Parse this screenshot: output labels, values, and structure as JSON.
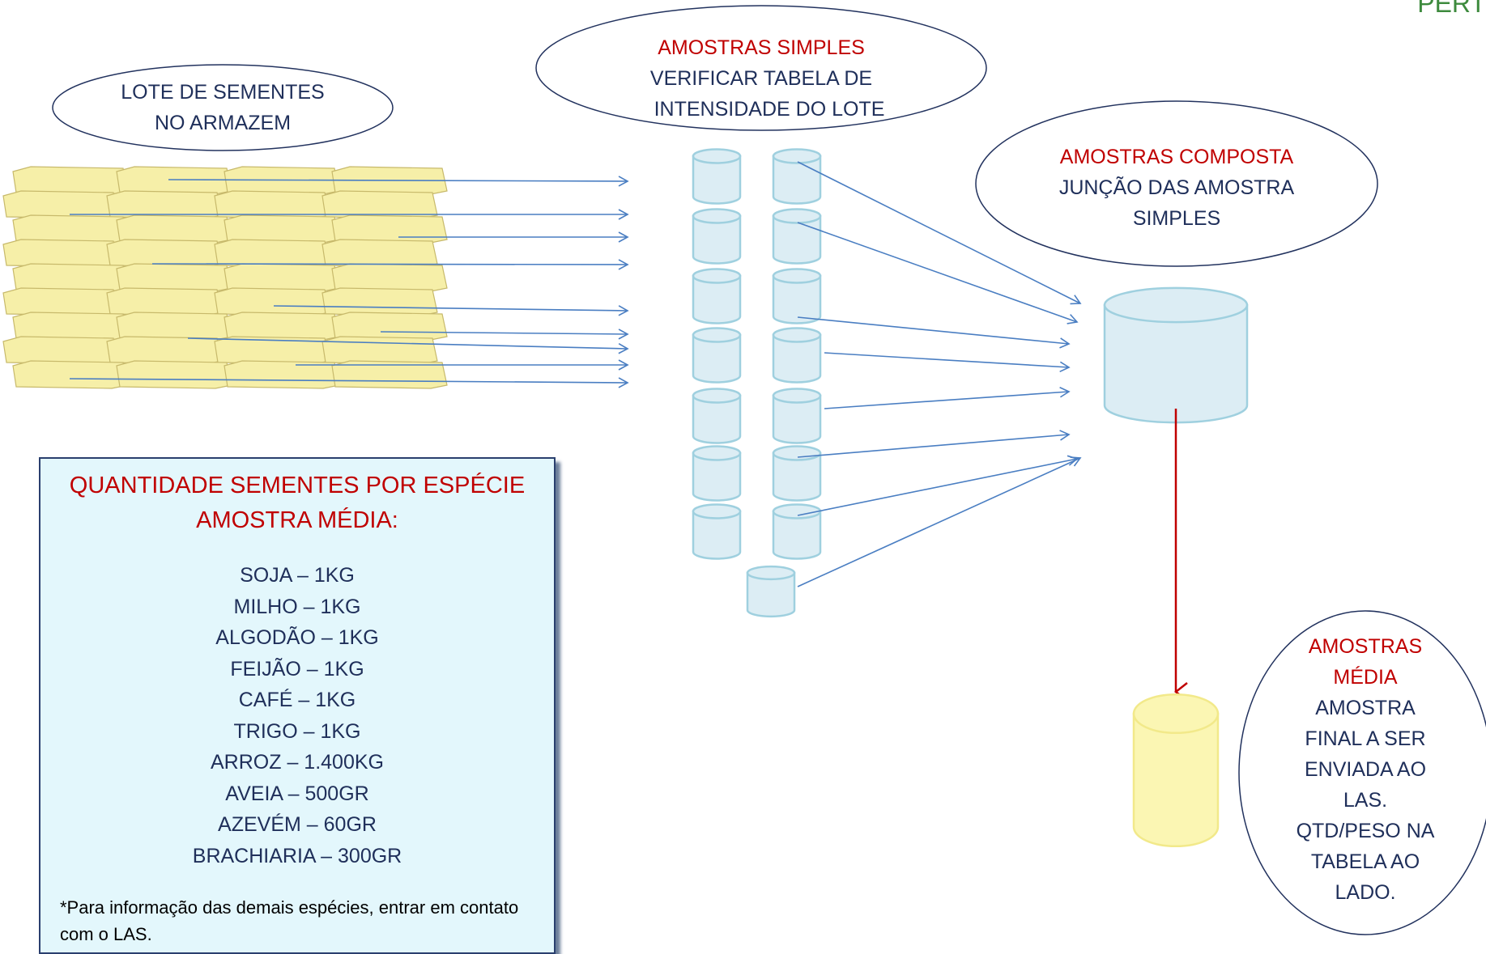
{
  "corner_text": "PERT",
  "ellipses": {
    "lot": {
      "lines": [
        "LOTE DE SEMENTES",
        "NO ARMAZEM"
      ]
    },
    "simple": {
      "title": "AMOSTRAS SIMPLES",
      "lines": [
        "VERIFICAR TABELA DE",
        "INTENSIDADE DO LOTE"
      ]
    },
    "composite": {
      "title": "AMOSTRAS COMPOSTA",
      "lines": [
        "JUNÇÃO DAS AMOSTRA",
        "SIMPLES"
      ]
    },
    "average": {
      "title_lines": [
        "AMOSTRAS",
        "MÉDIA"
      ],
      "lines": [
        "AMOSTRA",
        "FINAL A SER",
        "ENVIADA AO",
        "LAS.",
        "QTD/PESO NA",
        "TABELA AO",
        "LADO."
      ]
    }
  },
  "info_box": {
    "title_line1": "QUANTIDADE SEMENTES POR ESPÉCIE",
    "title_line2": "AMOSTRA MÉDIA:",
    "species": [
      "SOJA – 1KG",
      "MILHO – 1KG",
      "ALGODÃO – 1KG",
      "FEIJÃO – 1KG",
      "CAFÉ – 1KG",
      "TRIGO – 1KG",
      "ARROZ – 1.400KG",
      "AVEIA – 500GR",
      "AZEVÉM – 60GR",
      "BRACHIARIA – 300GR"
    ],
    "note": "*Para informação das demais espécies, entrar em contato com o LAS."
  },
  "colors": {
    "accent_red": "#c00000",
    "text_navy": "#1f2f5a",
    "arrow_blue": "#4a7ec2",
    "cylinder_blue": "#9fd0df",
    "bag_yellow": "#f6efa8",
    "average_yellow": "#fbf6b3"
  }
}
